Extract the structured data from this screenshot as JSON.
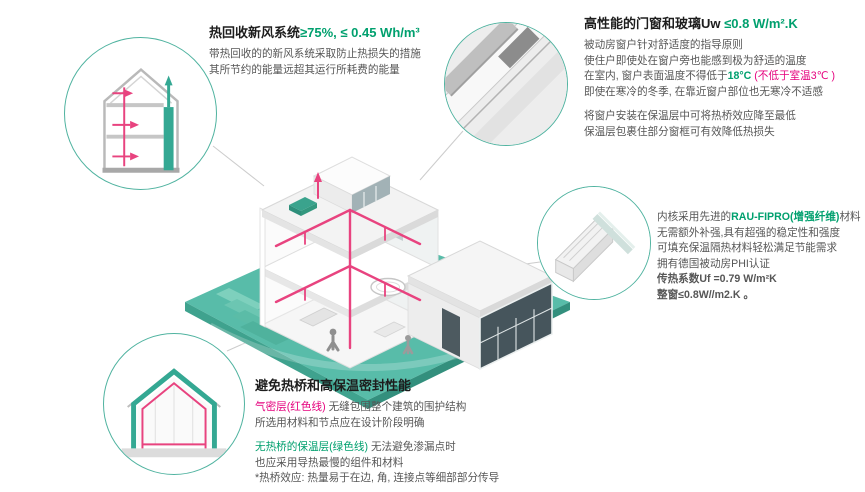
{
  "colors": {
    "accent_teal": "#50b3a0",
    "green_text": "#00a06e",
    "pink_text": "#e5007d",
    "duct_pink": "#e8437f",
    "ground_teal": "#58bca9"
  },
  "heat_recovery": {
    "title_black": "热回收新风系统",
    "title_green": "≥75%, ≤ 0.45 Wh/m³",
    "body1": "带热回收的的新风系统采取防止热损失的措施",
    "body2": "其所节约的能量远超其运行所耗费的能量"
  },
  "windows": {
    "title_black": "高性能的门窗和玻璃Uw ",
    "title_green": "≤0.8 W/m².K",
    "p1": "被动房窗户针对舒适度的指导原则",
    "p2": "使住户即使处在窗户旁也能感到极为舒适的温度",
    "p3a": "在室内, 窗户表面温度不得低于",
    "p3b": "18°C ",
    "p3c": "(不低于室温3℃ )",
    "p4": "即使在寒冷的冬季, 在靠近窗户部位也无寒冷不适感",
    "p5": "将窗户安装在保温层中可将热桥效应降至最低",
    "p6": "保温层包裹住部分窗框可有效降低热损失"
  },
  "profile": {
    "p1a": "内核采用先进的",
    "p1b": "RAU-FIPRO(增强纤维)",
    "p1c": "材料",
    "p2": "无需额外补强,具有超强的稳定性和强度",
    "p3": "可填充保温隔热材料轻松满足节能需求",
    "p4": "拥有德国被动房PHI认证",
    "p5": "传热系数Uf =0.79 W/m²K",
    "p6": "整窗≤0.8W//m2.K 。"
  },
  "thermal": {
    "title": "避免热桥和高保温密封性能",
    "p1a": "气密层(红色线)",
    "p1b": " 无缝包围整个建筑的围护结构",
    "p2": "所选用材料和节点应在设计阶段明确",
    "p3a": "无热桥的保温层(绿色线)",
    "p3b": " 无法避免渗漏点时",
    "p4": "也应采用导热最慢的组件和材料",
    "note": "*热桥效应: 热量易于在边, 角, 连接点等细部部分传导"
  }
}
